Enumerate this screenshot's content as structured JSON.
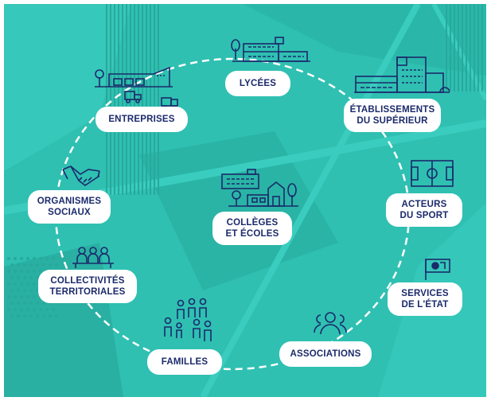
{
  "diagram": {
    "center": {
      "lines": [
        "COLLÈGES",
        "ET ÉCOLES"
      ],
      "icon": "school-buildings-icon"
    },
    "nodes": [
      {
        "id": "lycees",
        "lines": [
          "LYCÉES"
        ],
        "icon": "high-school-building-icon"
      },
      {
        "id": "superieur",
        "lines": [
          "ÉTABLISSEMENTS",
          "DU SUPÉRIEUR"
        ],
        "icon": "university-building-icon"
      },
      {
        "id": "sport",
        "lines": [
          "ACTEURS",
          "DU SPORT"
        ],
        "icon": "sports-field-icon"
      },
      {
        "id": "etat",
        "lines": [
          "SERVICES",
          "DE L'ÉTAT"
        ],
        "icon": "flag-icon"
      },
      {
        "id": "associations",
        "lines": [
          "ASSOCIATIONS"
        ],
        "icon": "people-group-icon"
      },
      {
        "id": "familles",
        "lines": [
          "FAMILLES"
        ],
        "icon": "family-icon"
      },
      {
        "id": "collectivites",
        "lines": [
          "COLLECTIVITÉS",
          "TERRITORIALES"
        ],
        "icon": "council-people-icon"
      },
      {
        "id": "organismes",
        "lines": [
          "ORGANISMES",
          "SOCIAUX"
        ],
        "icon": "handshake-icon"
      },
      {
        "id": "entreprises",
        "lines": [
          "ENTREPRISES"
        ],
        "icon": "warehouse-trucks-icon"
      }
    ]
  },
  "colors": {
    "background": "#2fc0b2",
    "pattern": "#27ab9e",
    "text": "#1b2a6b",
    "icon": "#1b2a6b",
    "pill": "#ffffff",
    "ring": "#ffffff"
  }
}
